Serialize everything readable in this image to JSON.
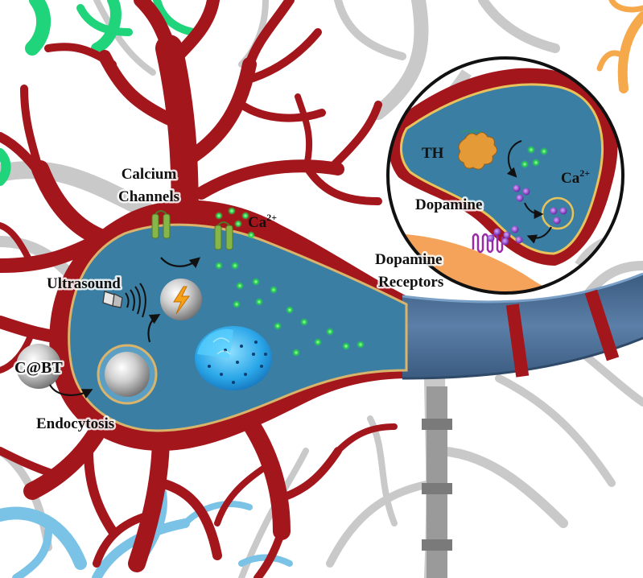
{
  "labels": {
    "calcium_channels_line1": "Calcium",
    "calcium_channels_line2": "Channels",
    "ca_main": "Ca",
    "ca_main_sup": "2+",
    "ultrasound": "Ultrasound",
    "cabt": "C@BT",
    "endocytosis": "Endocytosis",
    "th": "TH",
    "ca_inset": "Ca",
    "ca_inset_sup": "2+",
    "dopamine": "Dopamine",
    "dopamine_receptors_line1": "Dopamine",
    "dopamine_receptors_line2": "Receptors"
  },
  "colors": {
    "neuron_red": "#a3161c",
    "cell_body_blue": "#3a7fa3",
    "membrane_tan": "#d9b46a",
    "axon_blue": "#4b6d93",
    "calcium_green": "#22d44a",
    "dopamine_purple": "#8a3fc4",
    "receptor_orange": "#f5a35a",
    "background_gray": "#c9c9c9",
    "green_dendrite": "#1fd47a",
    "light_blue_dendrite": "#7ac3e6",
    "orange_dendrite": "#f5a94a"
  },
  "icons": {
    "nanoparticle": "sphere-icon",
    "activated_nanoparticle": "lightning-bolt-icon",
    "ultrasound_transducer": "ultrasound-transducer-icon",
    "nucleus": "nucleus-icon",
    "channel": "calcium-channel-icon",
    "receptor": "receptor-coil-icon",
    "enzyme": "th-enzyme-icon"
  }
}
